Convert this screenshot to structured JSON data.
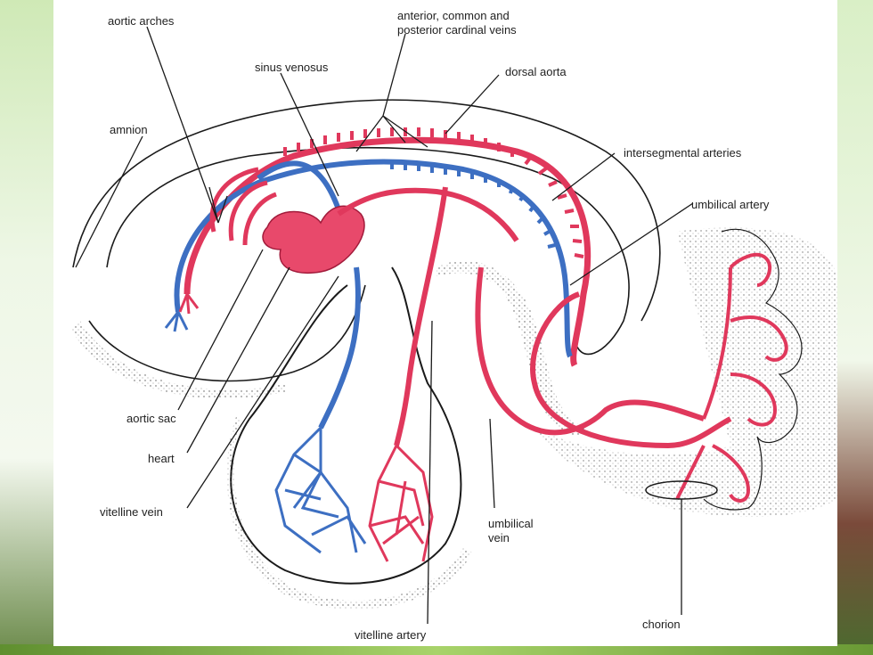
{
  "labels": {
    "aortic_arches": "aortic arches",
    "cardinal_veins_line1": "anterior, common and",
    "cardinal_veins_line2": "posterior cardinal veins",
    "sinus_venosus": "sinus venosus",
    "dorsal_aorta": "dorsal aorta",
    "amnion": "amnion",
    "intersegmental_arteries": "intersegmental arteries",
    "umbilical_artery": "umbilical artery",
    "aortic_sac": "aortic sac",
    "heart": "heart",
    "vitelline_vein": "vitelline vein",
    "umbilical_vein_line1": "umbilical",
    "umbilical_vein_line2": "vein",
    "chorion": "chorion",
    "vitelline_artery": "vitelline artery"
  },
  "colors": {
    "artery": "#e0385c",
    "vein": "#3d6fc2",
    "heart": "#e8496b",
    "outline": "#1a1a1a",
    "background_green": "#a8d36a"
  }
}
